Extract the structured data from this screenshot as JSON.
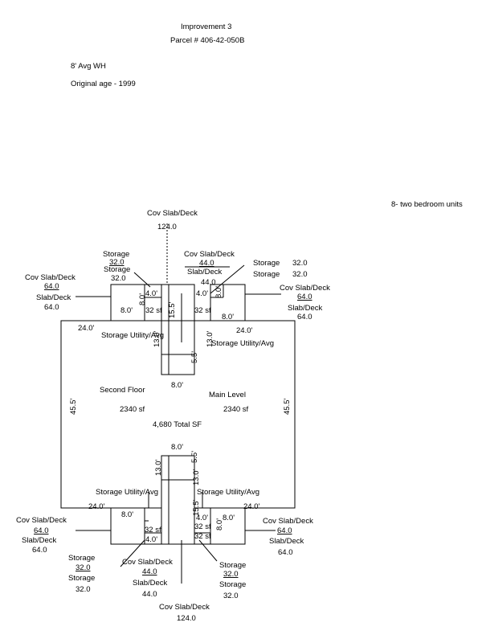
{
  "header": {
    "title": "Improvement 3",
    "parcel": "Parcel # 406-42-050B",
    "avg_wh": "8' Avg WH",
    "original_age": "Original age - 1999",
    "units_note": "8- two bedroom units"
  },
  "center": {
    "second_floor": "Second Floor",
    "second_floor_sf": "2340 sf",
    "main_level": "Main Level",
    "main_level_sf": "2340 sf",
    "total": "4,680 Total SF",
    "left_dim": "45.5'",
    "right_dim": "45.5'"
  },
  "top": {
    "cov_slab_label": "Cov Slab/Deck",
    "cov_slab_value": "124.0",
    "left_storage_a_label": "Storage",
    "left_storage_a_value": "32.0",
    "left_storage_b_label": "Storage",
    "left_storage_b_value": "32.0",
    "left_cov_label": "Cov Slab/Deck",
    "left_cov_value": "64.0",
    "left_slab_label": "Slab/Deck",
    "left_slab_value": "64.0",
    "mid_cov_label": "Cov Slab/Deck",
    "mid_cov_value": "44.0",
    "mid_slab_label": "Slab/Deck",
    "mid_slab_value": "44.0",
    "right_storage_a_label": "Storage",
    "right_storage_a_value": "32.0",
    "right_storage_b_label": "Storage",
    "right_storage_b_value": "32.0",
    "right_cov_label": "Cov Slab/Deck",
    "right_cov_value": "64.0",
    "right_slab_label": "Slab/Deck",
    "right_slab_value": "64.0",
    "dim_4a": "4.0'",
    "dim_8a": "8.0'",
    "dim_8b": "8.0'",
    "dim_32a": "32 sf",
    "dim_155": "15.5'",
    "dim_4b": "4.0'",
    "dim_8c": "8.0'",
    "dim_32b": "32 sf",
    "dim_8d": "8.0'",
    "dim_24l": "24.0'",
    "dim_24r": "24.0'",
    "dim_13l": "13.0'",
    "dim_13r": "13.0'",
    "dim_55": "5.5'",
    "dim_8bottom": "8.0'",
    "storage_util_left": "Storage Utility/Avg",
    "storage_util_right": "Storage Utility/Avg"
  },
  "bottom": {
    "dim_8top": "8.0'",
    "dim_55": "5.5'",
    "dim_13l": "13.0'",
    "dim_13r": "13.0'",
    "storage_util_left": "Storage Utility/Avg",
    "storage_util_right": "Storage Utility/Avg",
    "dim_24l": "24.0'",
    "dim_24r": "24.0'",
    "dim_8l": "8.0'",
    "dim_32l": "32 sf",
    "dim_4l": "4.0'",
    "dim_155": "15.5'",
    "dim_4r": "4.0'",
    "dim_32r1": "32 sf",
    "dim_32r2": "32 sf",
    "dim_8r": "8.0'",
    "dim_8rv": "8.0'",
    "left_cov_label": "Cov Slab/Deck",
    "left_cov_value": "64.0",
    "left_slab_label": "Slab/Deck",
    "left_slab_value": "64.0",
    "right_cov_label": "Cov Slab/Deck",
    "right_cov_value": "64.0",
    "right_slab_label": "Slab/Deck",
    "right_slab_value": "64.0",
    "left_storage_a_label": "Storage",
    "left_storage_a_value": "32.0",
    "left_storage_b_label": "Storage",
    "left_storage_b_value": "32.0",
    "mid_cov_label": "Cov Slab/Deck",
    "mid_cov_value": "44.0",
    "mid_slab_label": "Slab/Deck",
    "mid_slab_value": "44.0",
    "right_storage_a_label": "Storage",
    "right_storage_a_value": "32.0",
    "right_storage_b_label": "Storage",
    "right_storage_b_value": "32.0",
    "cov_slab_label": "Cov Slab/Deck",
    "cov_slab_value": "124.0"
  }
}
